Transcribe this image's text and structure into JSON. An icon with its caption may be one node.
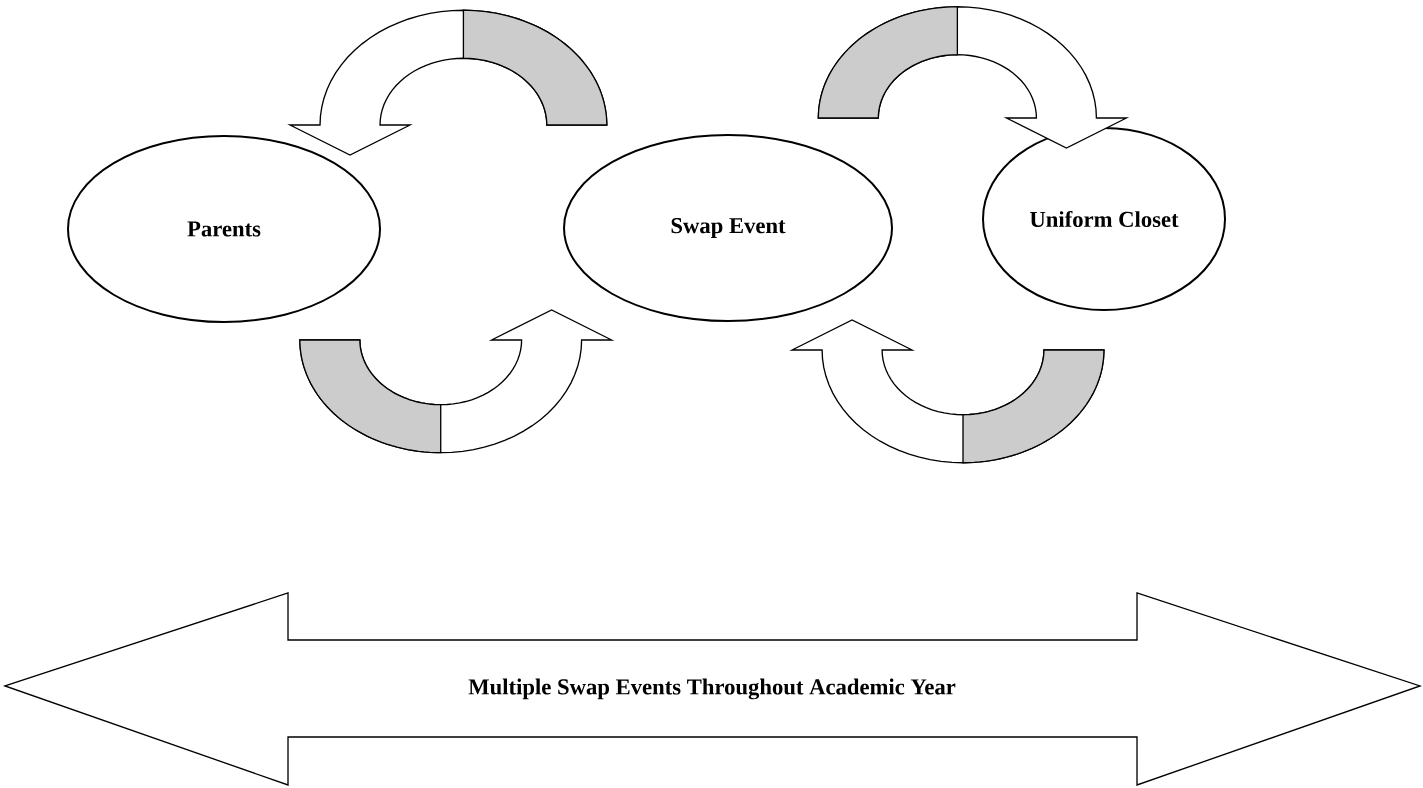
{
  "diagram": {
    "nodes": [
      {
        "text": [
          "Parents"
        ]
      },
      {
        "text": [
          "Swap Event"
        ]
      },
      {
        "text": [
          "Uniform Closet"
        ]
      },
      {
        "text": [
          "Multiple Swap Events Throughout Academic Year"
        ]
      }
    ],
    "edges": [
      {
        "from": 1,
        "to": 0,
        "arrow": "to"
      },
      {
        "from": 1,
        "to": 2,
        "arrow": "to"
      },
      {
        "from": 0,
        "to": 1,
        "arrow": "to"
      },
      {
        "from": 2,
        "to": 1,
        "arrow": "to"
      }
    ]
  }
}
